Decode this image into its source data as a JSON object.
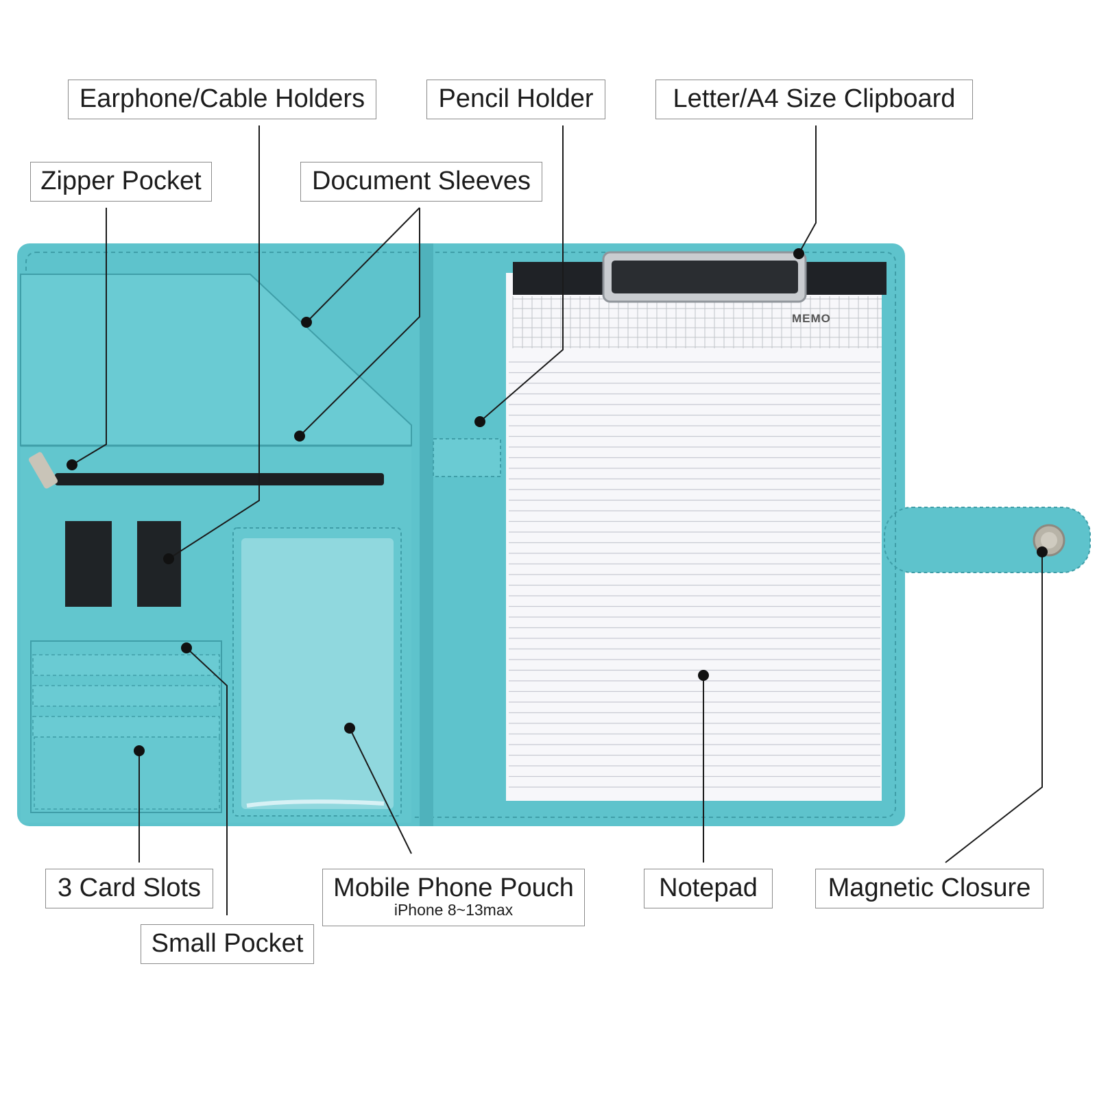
{
  "labels": {
    "earphone": "Earphone/Cable Holders",
    "pencil": "Pencil Holder",
    "clipboard": "Letter/A4 Size Clipboard",
    "zipper": "Zipper Pocket",
    "sleeves": "Document Sleeves",
    "cards": "3 Card Slots",
    "small_pocket": "Small Pocket",
    "phone_pouch": "Mobile Phone Pouch",
    "phone_pouch_sub": "iPhone 8~13max",
    "notepad": "Notepad",
    "closure": "Magnetic Closure"
  },
  "notepad": {
    "header_text": "MEMO"
  },
  "colors": {
    "leather": "#5ec3cc",
    "leather_dark": "#49aab4",
    "paper": "#f7f7fa",
    "clip_black": "#1b1d20"
  }
}
